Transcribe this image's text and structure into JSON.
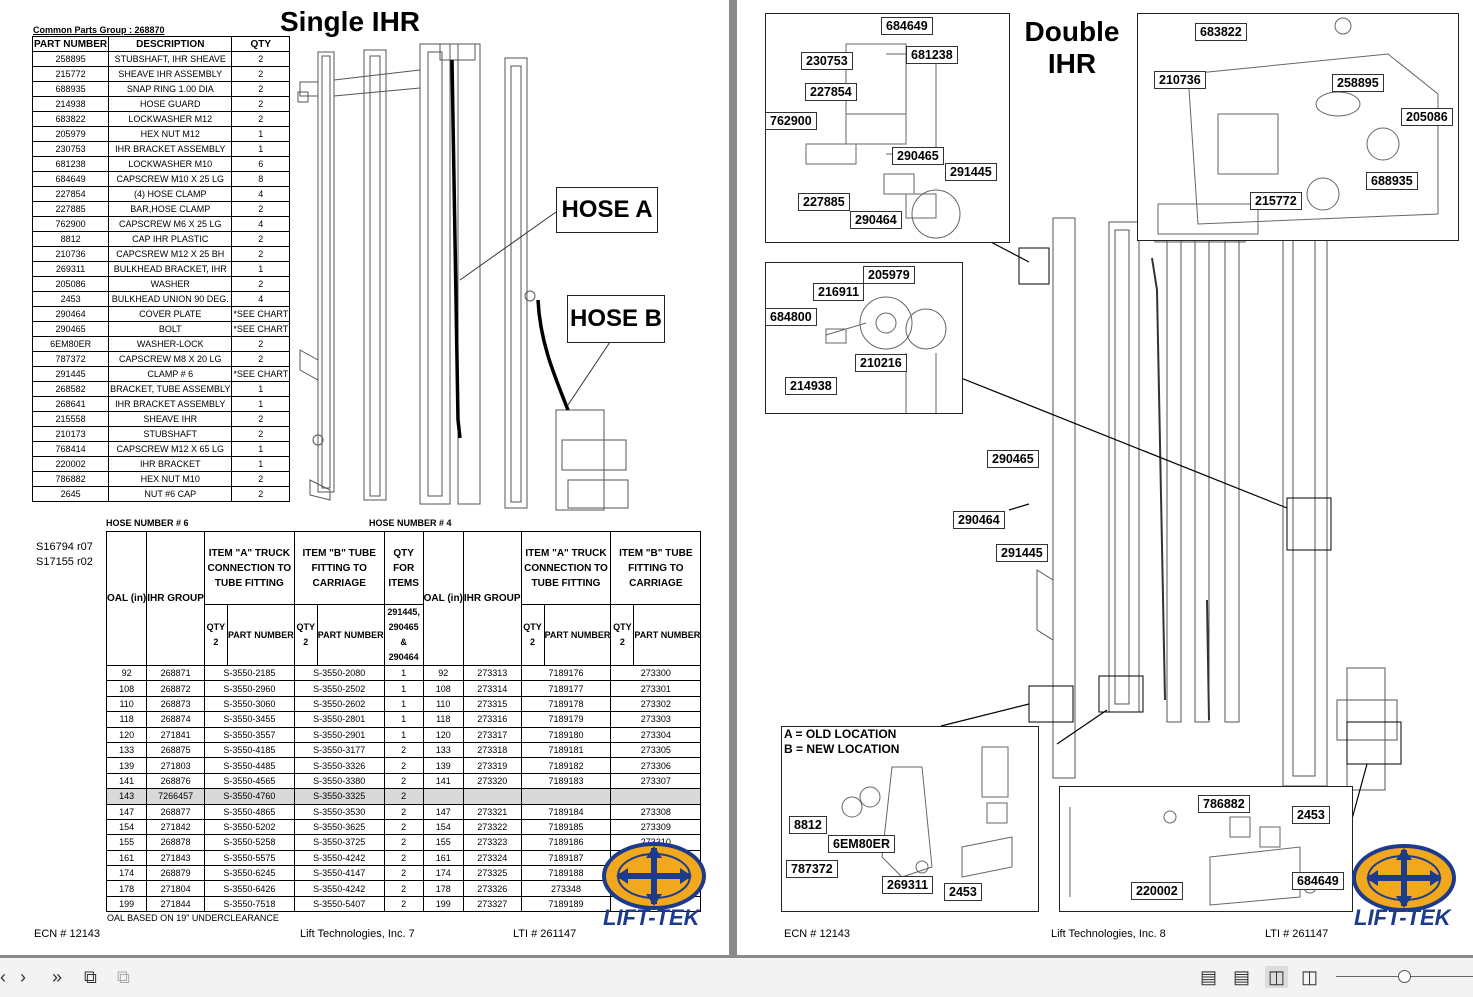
{
  "page7": {
    "group_label": "Common Parts Group : 268870",
    "title": "Single IHR",
    "hose_a": "HOSE A",
    "hose_b": "HOSE B",
    "parts_headers": {
      "part": "PART NUMBER",
      "desc": "DESCRIPTION",
      "qty": "QTY"
    },
    "parts": [
      [
        "258895",
        "STUBSHAFT, IHR SHEAVE",
        "2"
      ],
      [
        "215772",
        "SHEAVE IHR ASSEMBLY",
        "2"
      ],
      [
        "688935",
        "SNAP RING 1.00 DIA",
        "2"
      ],
      [
        "214938",
        "HOSE GUARD",
        "2"
      ],
      [
        "683822",
        "LOCKWASHER M12",
        "2"
      ],
      [
        "205979",
        "HEX NUT M12",
        "1"
      ],
      [
        "230753",
        "IHR BRACKET ASSEMBLY",
        "1"
      ],
      [
        "681238",
        "LOCKWASHER M10",
        "6"
      ],
      [
        "684649",
        "CAPSCREW M10 X 25 LG",
        "8"
      ],
      [
        "227854",
        "(4) HOSE CLAMP",
        "4"
      ],
      [
        "227885",
        "BAR,HOSE CLAMP",
        "2"
      ],
      [
        "762900",
        "CAPSCREW M6 X 25 LG",
        "4"
      ],
      [
        "8812",
        "CAP IHR PLASTIC",
        "2"
      ],
      [
        "210736",
        "CAPCSREW M12 X 25 BH",
        "2"
      ],
      [
        "269311",
        "BULKHEAD BRACKET, IHR",
        "1"
      ],
      [
        "205086",
        "WASHER",
        "2"
      ],
      [
        "2453",
        "BULKHEAD UNION 90 DEG.",
        "4"
      ],
      [
        "290464",
        "COVER PLATE",
        "*SEE CHART"
      ],
      [
        "290465",
        "BOLT",
        "*SEE CHART"
      ],
      [
        "6EM80ER",
        "WASHER-LOCK",
        "2"
      ],
      [
        "787372",
        "CAPSCREW M8 X 20 LG",
        "2"
      ],
      [
        "291445",
        "CLAMP # 6",
        "*SEE CHART"
      ],
      [
        "268582",
        "BRACKET, TUBE ASSEMBLY",
        "1"
      ],
      [
        "268641",
        "IHR BRACKET ASSEMBLY",
        "1"
      ],
      [
        "215558",
        "SHEAVE IHR",
        "2"
      ],
      [
        "210173",
        "STUBSHAFT",
        "2"
      ],
      [
        "768414",
        "CAPSCREW M12 X 65 LG",
        "1"
      ],
      [
        "220002",
        "IHR BRACKET",
        "1"
      ],
      [
        "786882",
        "HEX NUT M10",
        "2"
      ],
      [
        "2645",
        "NUT #6 CAP",
        "2"
      ]
    ],
    "hose6_label": "HOSE NUMBER # 6",
    "hose4_label": "HOSE NUMBER # 4",
    "refs": [
      "S16794 r07",
      "S17155 r02"
    ],
    "hose_headers": {
      "oal": "OAL (in)",
      "ihr": "IHR GROUP",
      "item_a": "ITEM \"A\" TRUCK CONNECTION TO TUBE FITTING",
      "item_b6": "ITEM \"B\" TUBE FITTING TO CARRIAGE",
      "qty_items": "QTY FOR ITEMS",
      "qty_items_sub": "291445, 290465 & 290464",
      "item_b4": "ITEM \"B\" TUBE FITTING TO CARRIAGE",
      "qty2": "QTY 2",
      "part_number": "PART NUMBER"
    },
    "hose_rows": [
      [
        "92",
        "268871",
        "S-3550-2185",
        "S-3550-2080",
        "1",
        "92",
        "273313",
        "7189176",
        "273300"
      ],
      [
        "108",
        "268872",
        "S-3550-2960",
        "S-3550-2502",
        "1",
        "108",
        "273314",
        "7189177",
        "273301"
      ],
      [
        "110",
        "268873",
        "S-3550-3060",
        "S-3550-2602",
        "1",
        "110",
        "273315",
        "7189178",
        "273302"
      ],
      [
        "118",
        "268874",
        "S-3550-3455",
        "S-3550-2801",
        "1",
        "118",
        "273316",
        "7189179",
        "273303"
      ],
      [
        "120",
        "271841",
        "S-3550-3557",
        "S-3550-2901",
        "1",
        "120",
        "273317",
        "7189180",
        "273304"
      ],
      [
        "133",
        "268875",
        "S-3550-4185",
        "S-3550-3177",
        "2",
        "133",
        "273318",
        "7189181",
        "273305"
      ],
      [
        "139",
        "271803",
        "S-3550-4485",
        "S-3550-3326",
        "2",
        "139",
        "273319",
        "7189182",
        "273306"
      ],
      [
        "141",
        "268876",
        "S-3550-4565",
        "S-3550-3380",
        "2",
        "141",
        "273320",
        "7189183",
        "273307"
      ],
      [
        "143",
        "7266457",
        "S-3550-4760",
        "S-3550-3325",
        "2",
        "",
        "",
        "",
        ""
      ],
      [
        "147",
        "268877",
        "S-3550-4865",
        "S-3550-3530",
        "2",
        "147",
        "273321",
        "7189184",
        "273308"
      ],
      [
        "154",
        "271842",
        "S-3550-5202",
        "S-3550-3625",
        "2",
        "154",
        "273322",
        "7189185",
        "273309"
      ],
      [
        "155",
        "268878",
        "S-3550-5258",
        "S-3550-3725",
        "2",
        "155",
        "273323",
        "7189186",
        "273310"
      ],
      [
        "161",
        "271843",
        "S-3550-5575",
        "S-3550-4242",
        "2",
        "161",
        "273324",
        "7189187",
        "273311"
      ],
      [
        "174",
        "268879",
        "S-3550-6245",
        "S-3550-4147",
        "2",
        "174",
        "273325",
        "7189188",
        "273312"
      ],
      [
        "178",
        "271804",
        "S-3550-6426",
        "S-3550-4242",
        "2",
        "178",
        "273326",
        "273348",
        "273311"
      ],
      [
        "199",
        "271844",
        "S-3550-7518",
        "S-3550-5407",
        "2",
        "199",
        "273327",
        "7189189",
        "273292"
      ]
    ],
    "oal_note": "OAL BASED ON 19\" UNDERCLEARANCE",
    "footer": {
      "ecn": "ECN # 12143",
      "company": "Lift Technologies, Inc. 7",
      "lti": "LTI # 261147"
    },
    "logo_text": "LIFT-TEK"
  },
  "page8": {
    "title_line1": "Double",
    "title_line2": "IHR",
    "callouts": {
      "c684649a": "684649",
      "c681238": "681238",
      "c230753": "230753",
      "c227854": "227854",
      "c762900": "762900",
      "c290465a": "290465",
      "c291445a": "291445",
      "c227885": "227885",
      "c290464a": "290464",
      "c683822": "683822",
      "c210736": "210736",
      "c258895": "258895",
      "c205086": "205086",
      "c688935": "688935",
      "c215772": "215772",
      "c205979": "205979",
      "c216911": "216911",
      "c684800": "684800",
      "c210216": "210216",
      "c214938": "214938",
      "c290465b": "290465",
      "c290464b": "290464",
      "c291445b": "291445",
      "c8812": "8812",
      "c6EM80ER": "6EM80ER",
      "c787372": "787372",
      "c269311": "269311",
      "c2453a": "2453",
      "c786882": "786882",
      "c2453b": "2453",
      "c220002": "220002",
      "c684649b": "684649"
    },
    "legend_a": "A = OLD LOCATION",
    "legend_b": "B = NEW LOCATION",
    "footer": {
      "ecn": "ECN # 12143",
      "company": "Lift Technologies, Inc. 8",
      "lti": "LTI # 261147"
    },
    "logo_text": "LIFT-TEK"
  },
  "toolbar": {
    "zoom_level": 0.62
  }
}
